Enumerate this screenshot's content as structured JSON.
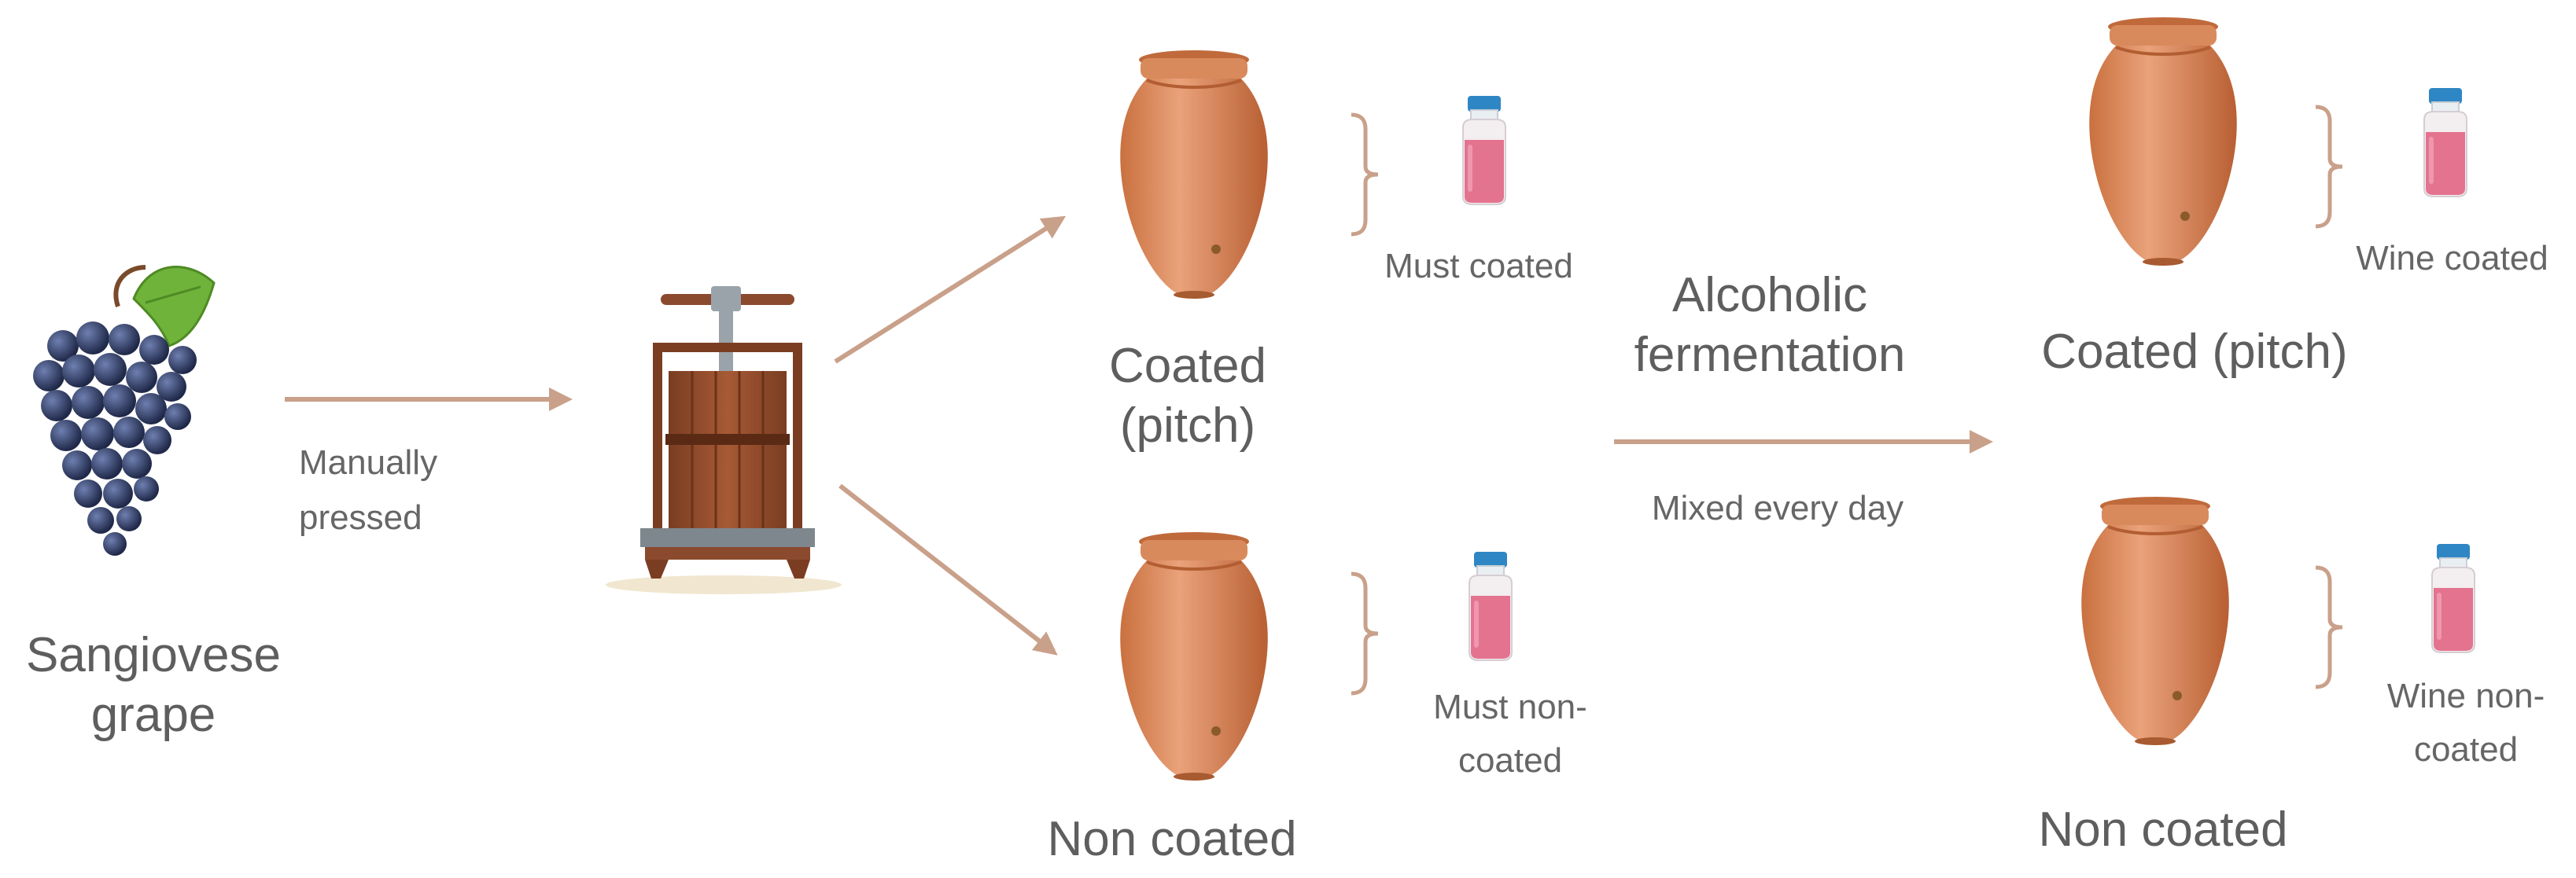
{
  "labels": {
    "grape_line1": "Sangiovese",
    "grape_line2": "grape",
    "pressing_line1": "Manually",
    "pressing_line2": "pressed",
    "coated_line1": "Coated",
    "coated_line2": "(pitch)",
    "non_coated_left": "Non coated",
    "must_coated": "Must coated",
    "must_non_coated_line1": "Must non-",
    "must_non_coated_line2": "coated",
    "fermentation_line1": "Alcoholic",
    "fermentation_line2": "fermentation",
    "mixing": "Mixed every day",
    "coated_right": "Coated (pitch)",
    "non_coated_right": "Non coated",
    "wine_coated": "Wine coated",
    "wine_non_coated_line1": "Wine non-",
    "wine_non_coated_line2": "coated"
  },
  "icons": [
    "grape-icon",
    "wine-press-icon",
    "amphora-icon",
    "sample-bottle-icon",
    "bracket-icon",
    "arrow-icon"
  ],
  "colors": {
    "arrow": "#c9a08a",
    "amphora": "#d9885a",
    "amphora_dark": "#b9653a",
    "grape": "#2e3a63",
    "leaf": "#6fb33a",
    "press_wood": "#8b4a2e",
    "bottle_liquid": "#e4738f",
    "bottle_cap": "#2f86c4",
    "text": "#5e5e5e"
  }
}
